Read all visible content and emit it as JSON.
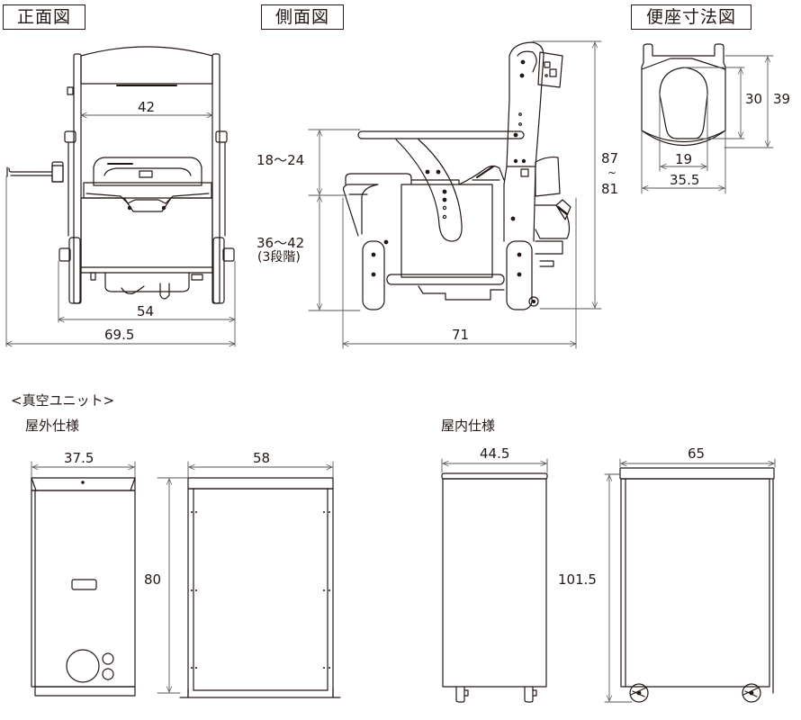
{
  "titles": {
    "front_view": "正面図",
    "side_view": "側面図",
    "seat_dimensions": "便座寸法図"
  },
  "front_view": {
    "backrest_width": "42",
    "base_width": "54",
    "overall_width": "69.5"
  },
  "side_view": {
    "armrest_height": "18～24",
    "seat_height": "36～42",
    "seat_height_note": "(3段階)",
    "overall_height_max": "87",
    "overall_height_separator": "~",
    "overall_height_min": "81",
    "overall_depth": "71"
  },
  "seat": {
    "opening_length": "30",
    "seat_length": "39",
    "opening_width": "19",
    "seat_width": "35.5"
  },
  "vacuum_unit": {
    "heading": "<真空ユニット>",
    "outdoor": {
      "label": "屋外仕様",
      "width": "37.5",
      "depth": "58",
      "height": "80"
    },
    "indoor": {
      "label": "屋内仕様",
      "width": "44.5",
      "depth": "65",
      "height": "101.5"
    }
  },
  "colors": {
    "line": "#231815",
    "dim_line": "#595757"
  }
}
